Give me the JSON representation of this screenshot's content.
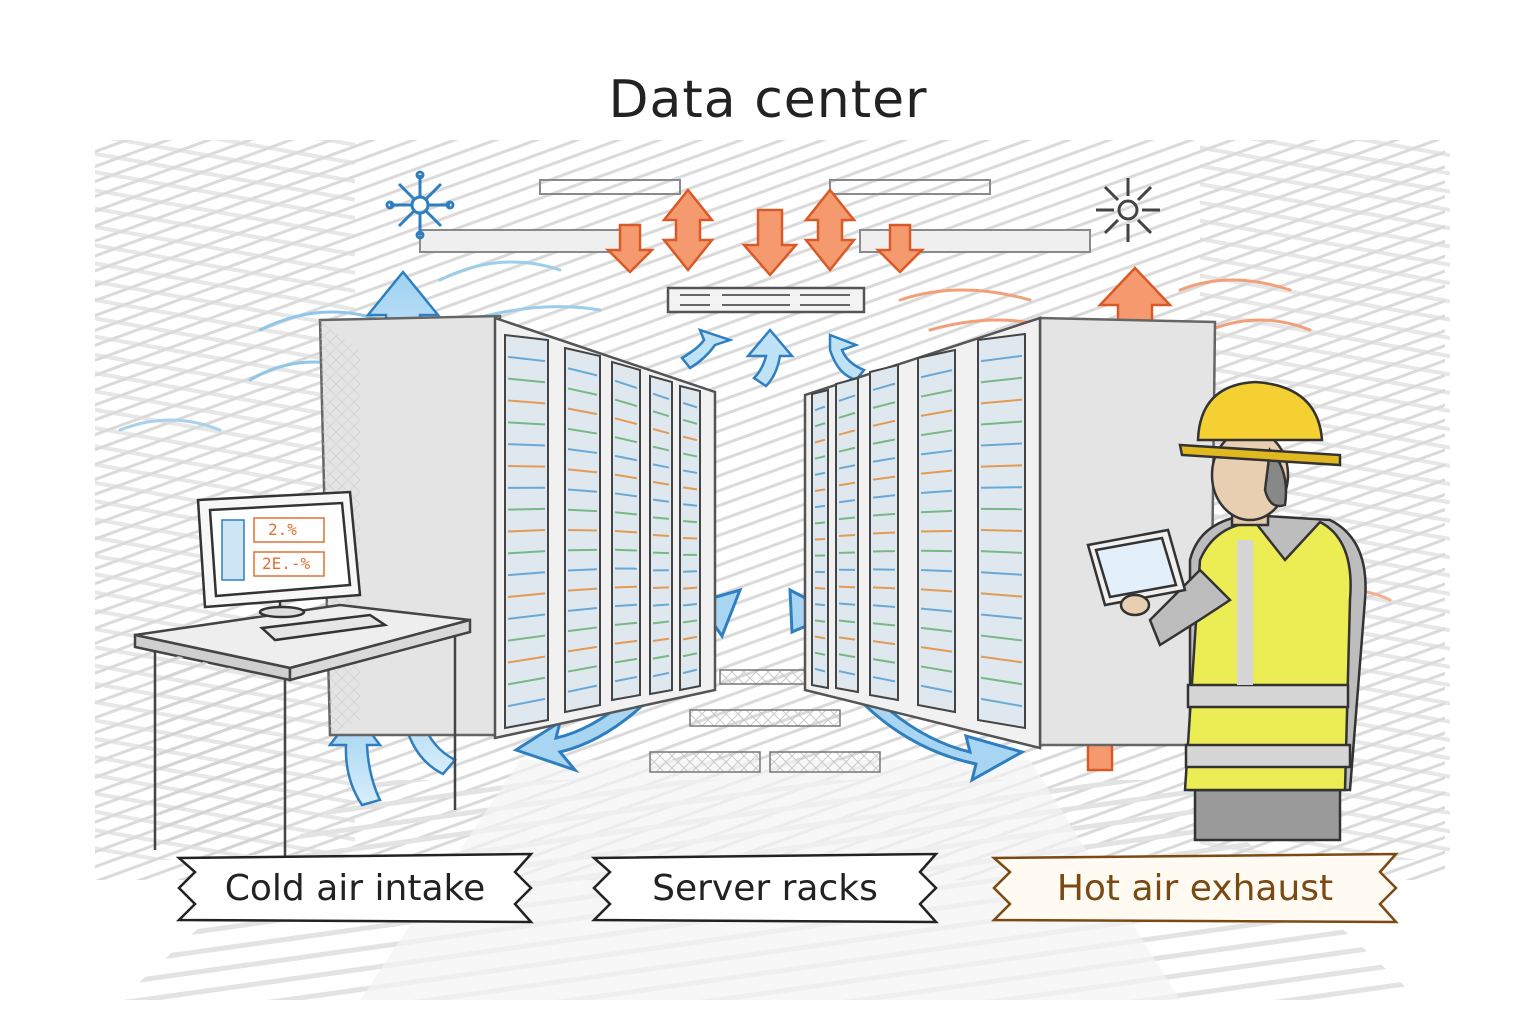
{
  "title": "Data center",
  "labels": {
    "cold": "Cold air intake",
    "racks": "Server racks",
    "hot": "Hot air exhaust"
  },
  "monitor": {
    "reading_1": "2.%",
    "reading_2": "2E.-%"
  },
  "colors": {
    "cold_air": "#5aaee0",
    "cold_air_stroke": "#2f7fc0",
    "hot_air": "#f07a45",
    "hot_air_stroke": "#d85a28",
    "hard_hat": "#f4d033",
    "safety_vest": "#e6e840",
    "ink": "#333333",
    "hot_label_text": "#7a4a14"
  },
  "icons": [
    "snowflake-icon",
    "heat-sun-icon",
    "ceiling-vent-icon"
  ]
}
